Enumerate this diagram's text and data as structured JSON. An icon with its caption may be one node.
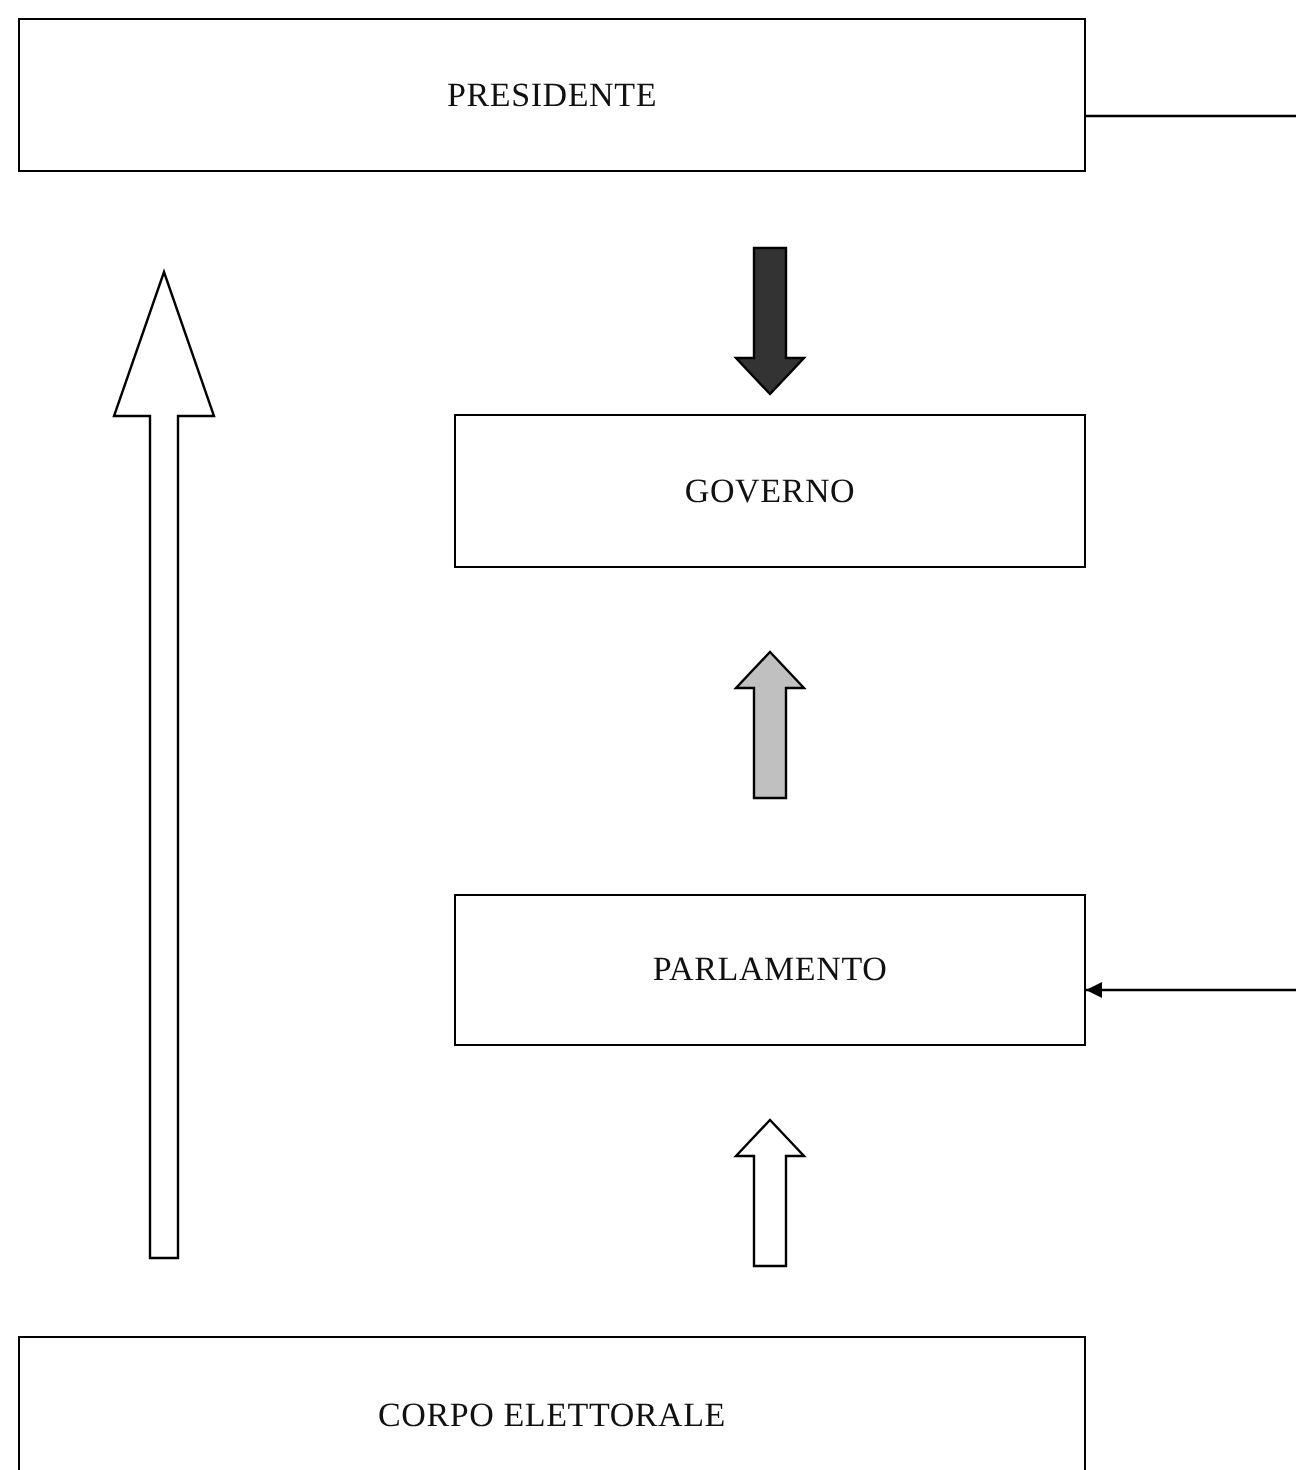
{
  "diagram": {
    "nodes": [
      {
        "text": [
          "PRESIDENTE"
        ]
      },
      {
        "text": [
          "GOVERNO"
        ]
      },
      {
        "text": [
          "PARLAMENTO"
        ]
      },
      {
        "text": [
          "CORPO ELETTORALE"
        ]
      }
    ],
    "edges": [
      {
        "from": 3,
        "to": 0,
        "arrow": "to",
        "style": "thick"
      },
      {
        "from": 0,
        "to": 1,
        "arrow": "to",
        "style": "thick",
        "color": "#333333"
      },
      {
        "from": 2,
        "to": 1,
        "arrow": "to",
        "style": "thick",
        "color": "#c0c0c0"
      },
      {
        "from": 3,
        "to": 2,
        "arrow": "to",
        "style": "thick"
      },
      {
        "from": 0,
        "to": null,
        "arrow": "none"
      },
      {
        "from": null,
        "to": 2,
        "arrow": "to"
      }
    ]
  }
}
